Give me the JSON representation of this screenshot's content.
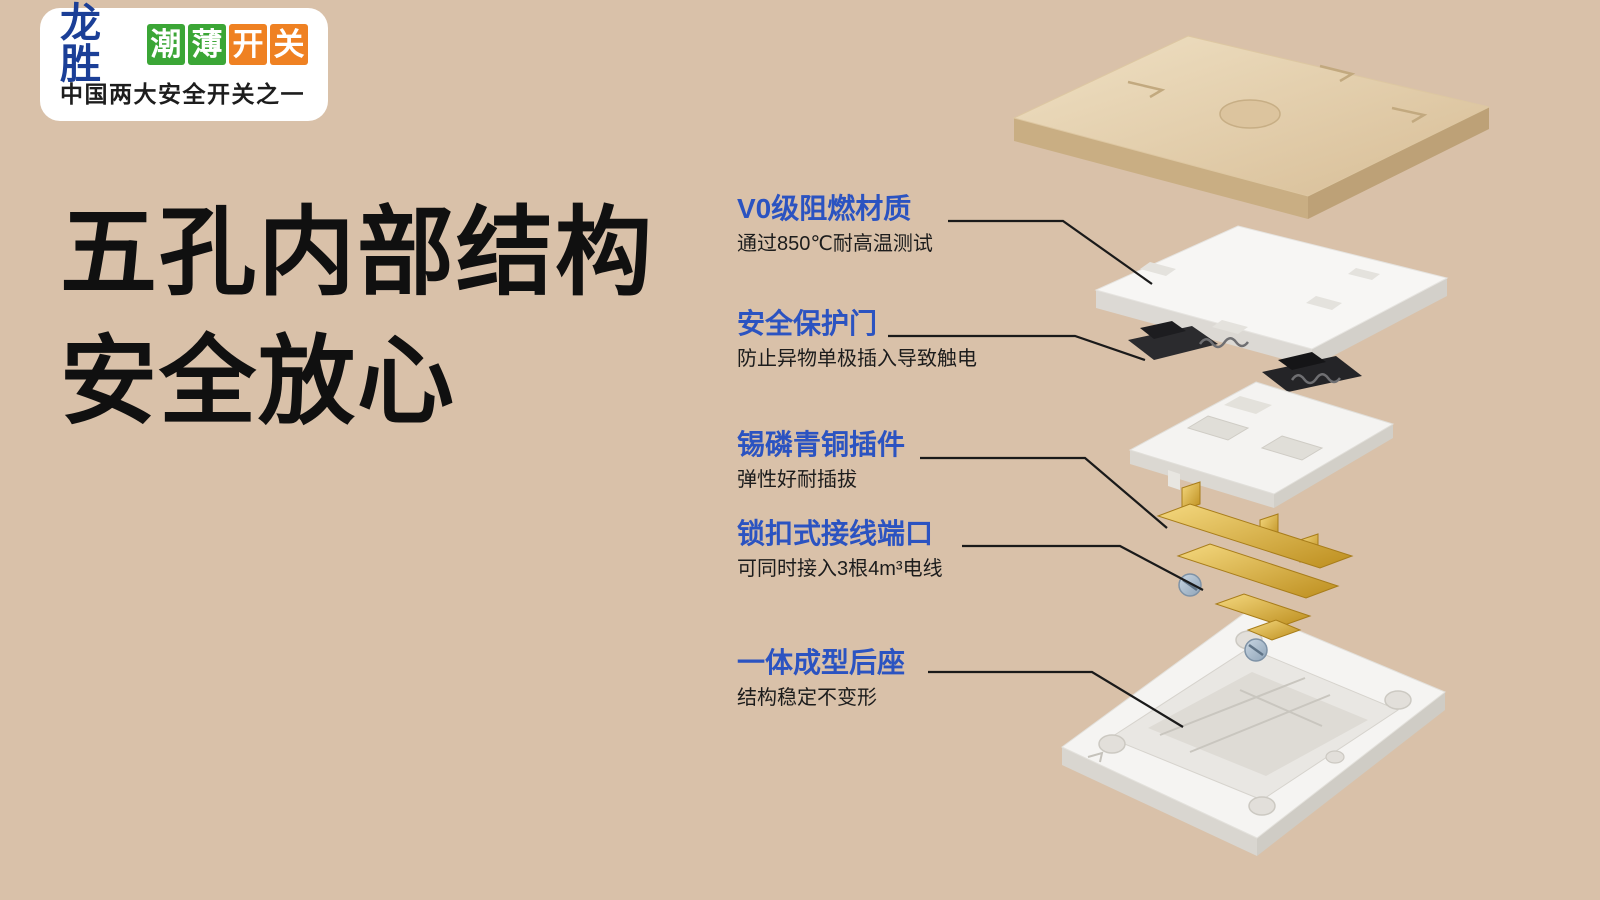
{
  "logo": {
    "brand": "龙胜",
    "tiles": [
      {
        "char": "潮",
        "color": "green"
      },
      {
        "char": "薄",
        "color": "green"
      },
      {
        "char": "开",
        "color": "orange"
      },
      {
        "char": "关",
        "color": "orange"
      }
    ],
    "tagline": "中国两大安全开关之一"
  },
  "headline": {
    "line1": "五孔内部结构",
    "line2": "安全放心"
  },
  "callouts": [
    {
      "title": "V0级阻燃材质",
      "desc": "通过850℃耐高温测试"
    },
    {
      "title": "安全保护门",
      "desc": "防止异物单极插入导致触电"
    },
    {
      "title": "锡磷青铜插件",
      "desc": "弹性好耐插拔"
    },
    {
      "title": "锁扣式接线端口",
      "desc": "可同时接入3根4m³电线"
    },
    {
      "title": "一体成型后座",
      "desc": "结构稳定不变形"
    }
  ],
  "diagram": {
    "parts": [
      "gold-cover-plate",
      "white-function-plate",
      "safety-shutters",
      "inner-frame",
      "one-piece-base",
      "brass-contacts"
    ]
  },
  "colors": {
    "background": "#d9c1a9",
    "accent_blue": "#2b53c1",
    "brand_blue": "#1b3f97",
    "brand_green": "#3ba636",
    "brand_orange": "#ef8122",
    "headline_black": "#101010",
    "gold_plate": "#e3cda8",
    "brass": "#d4a833",
    "steel_screw": "#aebfd0"
  }
}
